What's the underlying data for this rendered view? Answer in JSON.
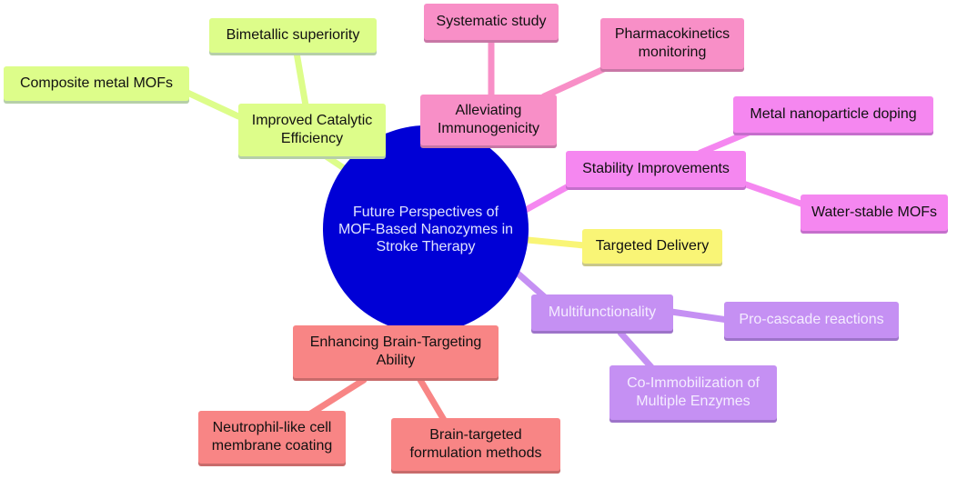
{
  "center": {
    "label": "Future Perspectives of\nMOF-Based Nanozymes in\nStroke Therapy"
  },
  "branches": {
    "catalytic": {
      "label": "Improved Catalytic\nEfficiency",
      "children": [
        "Bimetallic superiority",
        "Composite metal MOFs"
      ],
      "color": "#ddfd8a"
    },
    "immuno": {
      "label": "Alleviating\nImmunogenicity",
      "children": [
        "Systematic study",
        "Pharmacokinetics\nmonitoring"
      ],
      "color": "#f88fc7"
    },
    "stability": {
      "label": "Stability Improvements",
      "children": [
        "Metal nanoparticle doping",
        "Water-stable MOFs"
      ],
      "color": "#f587f0"
    },
    "targeted": {
      "label": "Targeted Delivery",
      "color": "#f9f576"
    },
    "multi": {
      "label": "Multifunctionality",
      "children": [
        "Pro-cascade reactions",
        "Co-Immobilization of\nMultiple Enzymes"
      ],
      "color": "#c590f3"
    },
    "brain": {
      "label": "Enhancing Brain-Targeting\nAbility",
      "children": [
        "Neutrophil-like cell\nmembrane coating",
        "Brain-targeted\nformulation methods"
      ],
      "color": "#f88585"
    }
  },
  "center_color": "#0000d6"
}
